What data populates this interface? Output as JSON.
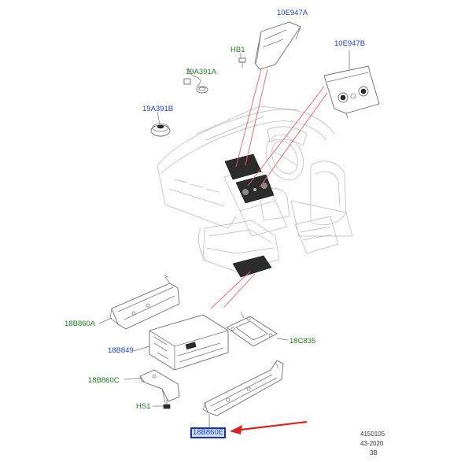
{
  "callouts": {
    "c10E947A": "10E947A",
    "cHB1": "HB1",
    "c19A391A": "19A391A",
    "c10E947B": "10E947B",
    "c19A391B": "19A391B",
    "c18B860A": "18B860A",
    "c18B849": "18B849",
    "c18C835": "18C835",
    "c18B860C": "18B860C",
    "cHS1": "HS1",
    "c18B860E": "18B860E"
  },
  "footer": {
    "line1": "4150105",
    "line2": "43-2020",
    "line3": "3B"
  },
  "colors": {
    "reference_callout": "#1f3fc4",
    "component_callout": "#1d7a1d",
    "highlight_arrow": "#e02020",
    "leader_lines": "#e86060"
  }
}
